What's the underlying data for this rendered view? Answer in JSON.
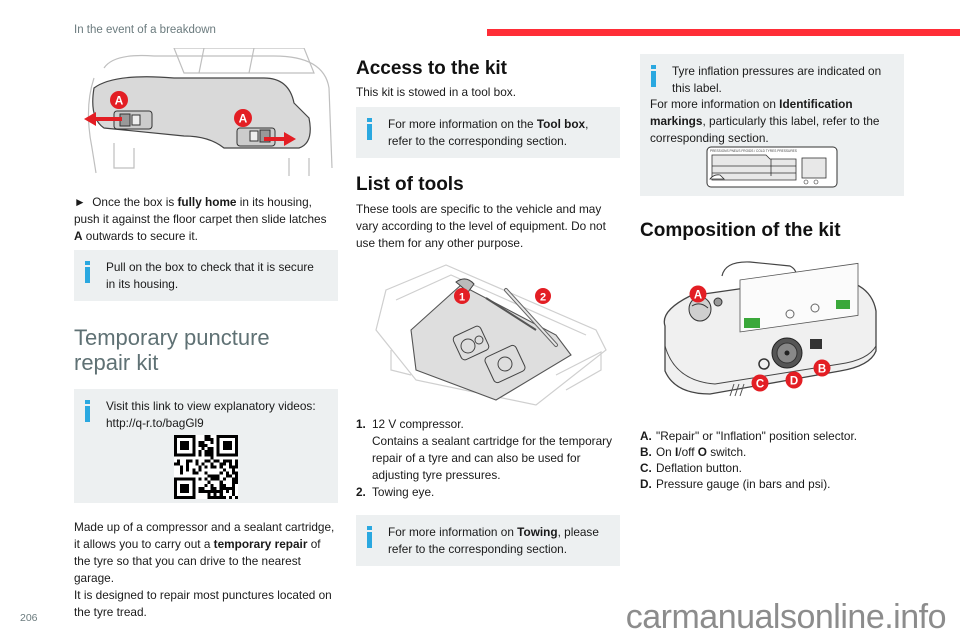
{
  "header": {
    "section_title": "In the event of a breakdown",
    "accent_color": "#ff2d37"
  },
  "column1": {
    "illustration": {
      "labels": [
        "A",
        "A"
      ],
      "description": "tool box latches"
    },
    "step": {
      "marker": "►",
      "text_before": "Once the box is ",
      "bold": "fully home",
      "text_after": " in its housing, push it against the floor carpet then slide latches ",
      "bold2": "A",
      "text_end": " outwards to secure it."
    },
    "note1": {
      "text": "Pull on the box to check that it is secure in its housing."
    },
    "heading": "Temporary puncture repair kit",
    "note2": {
      "text": "Visit this link to view explanatory videos:",
      "link": "http://q-r.to/bagGl9"
    },
    "paragraph": {
      "text_before": "Made up of a compressor and a sealant cartridge, it allows you to carry out a ",
      "bold": "temporary repair",
      "text_after": " of the tyre so that you can drive to the nearest garage.",
      "line2": "It is designed to repair most punctures located on the tyre tread."
    }
  },
  "column2": {
    "heading1": "Access to the kit",
    "intro": "This kit is stowed in a tool box.",
    "note1": {
      "text_before": "For more information on the ",
      "bold": "Tool box",
      "text_after": ", refer to the corresponding section."
    },
    "heading2": "List of tools",
    "description": "These tools are specific to the vehicle and may vary according to the level of equipment. Do not use them for any other purpose.",
    "illustration": {
      "labels": [
        "1",
        "2"
      ]
    },
    "tools": [
      {
        "num": "1.",
        "title": "12 V compressor.",
        "detail": "Contains a sealant cartridge for the temporary repair of a tyre and can also be used for adjusting tyre pressures."
      },
      {
        "num": "2.",
        "title": "Towing eye.",
        "detail": ""
      }
    ],
    "note2": {
      "text_before": "For more information on ",
      "bold": "Towing",
      "text_after": ", please refer to the corresponding section."
    }
  },
  "column3": {
    "note": {
      "text": "Tyre inflation pressures are indicated on this label.",
      "more_before": "For more information on ",
      "more_bold": "Identification markings",
      "more_after": ", particularly this label, refer to the corresponding section.",
      "label_caption": "PRESSIONS PNEUS FROIDS / COLD TYRES PRESSURES"
    },
    "heading": "Composition of the kit",
    "illustration": {
      "labels": [
        "A",
        "B",
        "C",
        "D"
      ]
    },
    "parts": [
      {
        "letter": "A.",
        "text": "\"Repair\" or \"Inflation\" position selector."
      },
      {
        "letter": "B.",
        "text_before": "On ",
        "bold1": "I",
        "text_mid": "/off ",
        "bold2": "O",
        "text_after": " switch."
      },
      {
        "letter": "C.",
        "text": "Deflation button."
      },
      {
        "letter": "D.",
        "text": "Pressure gauge (in bars and psi)."
      }
    ]
  },
  "footer": {
    "page_number": "206",
    "watermark": "carmanualsonline.info"
  }
}
